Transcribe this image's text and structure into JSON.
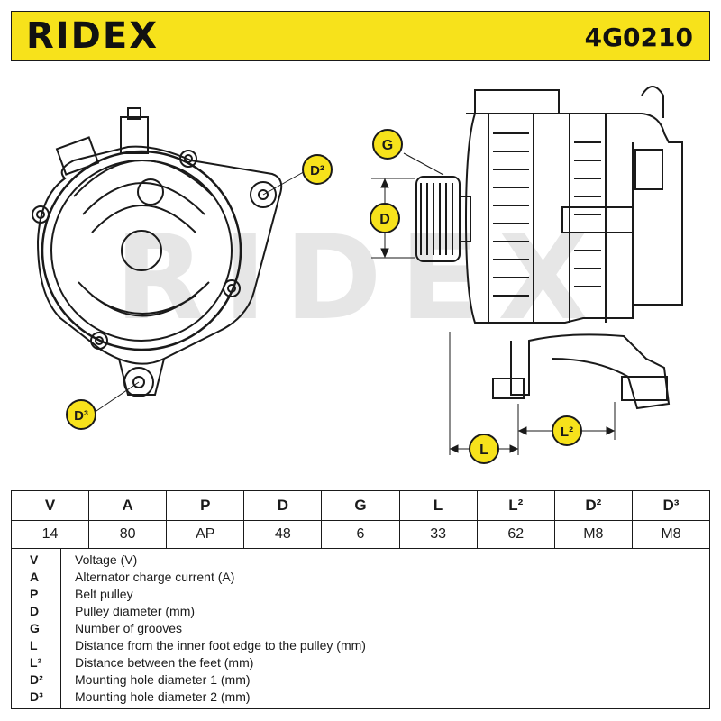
{
  "header": {
    "brand": "RIDEX",
    "part_number": "4G0210"
  },
  "drawing": {
    "watermark": "RIDEX",
    "callouts": {
      "g": "G",
      "d": "D",
      "d2": "D²",
      "d3": "D³",
      "l": "L",
      "l2": "L²"
    }
  },
  "spec_table": {
    "headers": [
      "V",
      "A",
      "P",
      "D",
      "G",
      "L",
      "L²",
      "D²",
      "D³"
    ],
    "values": [
      "14",
      "80",
      "AP",
      "48",
      "6",
      "33",
      "62",
      "M8",
      "M8"
    ]
  },
  "legend": [
    {
      "symbol": "V",
      "description": "Voltage (V)"
    },
    {
      "symbol": "A",
      "description": "Alternator charge current (A)"
    },
    {
      "symbol": "P",
      "description": "Belt pulley"
    },
    {
      "symbol": "D",
      "description": "Pulley diameter (mm)"
    },
    {
      "symbol": "G",
      "description": "Number of grooves"
    },
    {
      "symbol": "L",
      "description": "Distance from the inner foot edge to the pulley (mm)"
    },
    {
      "symbol": "L²",
      "description": "Distance between the feet (mm)"
    },
    {
      "symbol": "D²",
      "description": "Mounting hole diameter 1 (mm)"
    },
    {
      "symbol": "D³",
      "description": "Mounting hole diameter 2 (mm)"
    }
  ],
  "colors": {
    "accent": "#f7e21b",
    "line": "#1a1a1a",
    "watermark": "#e6e6e6"
  }
}
